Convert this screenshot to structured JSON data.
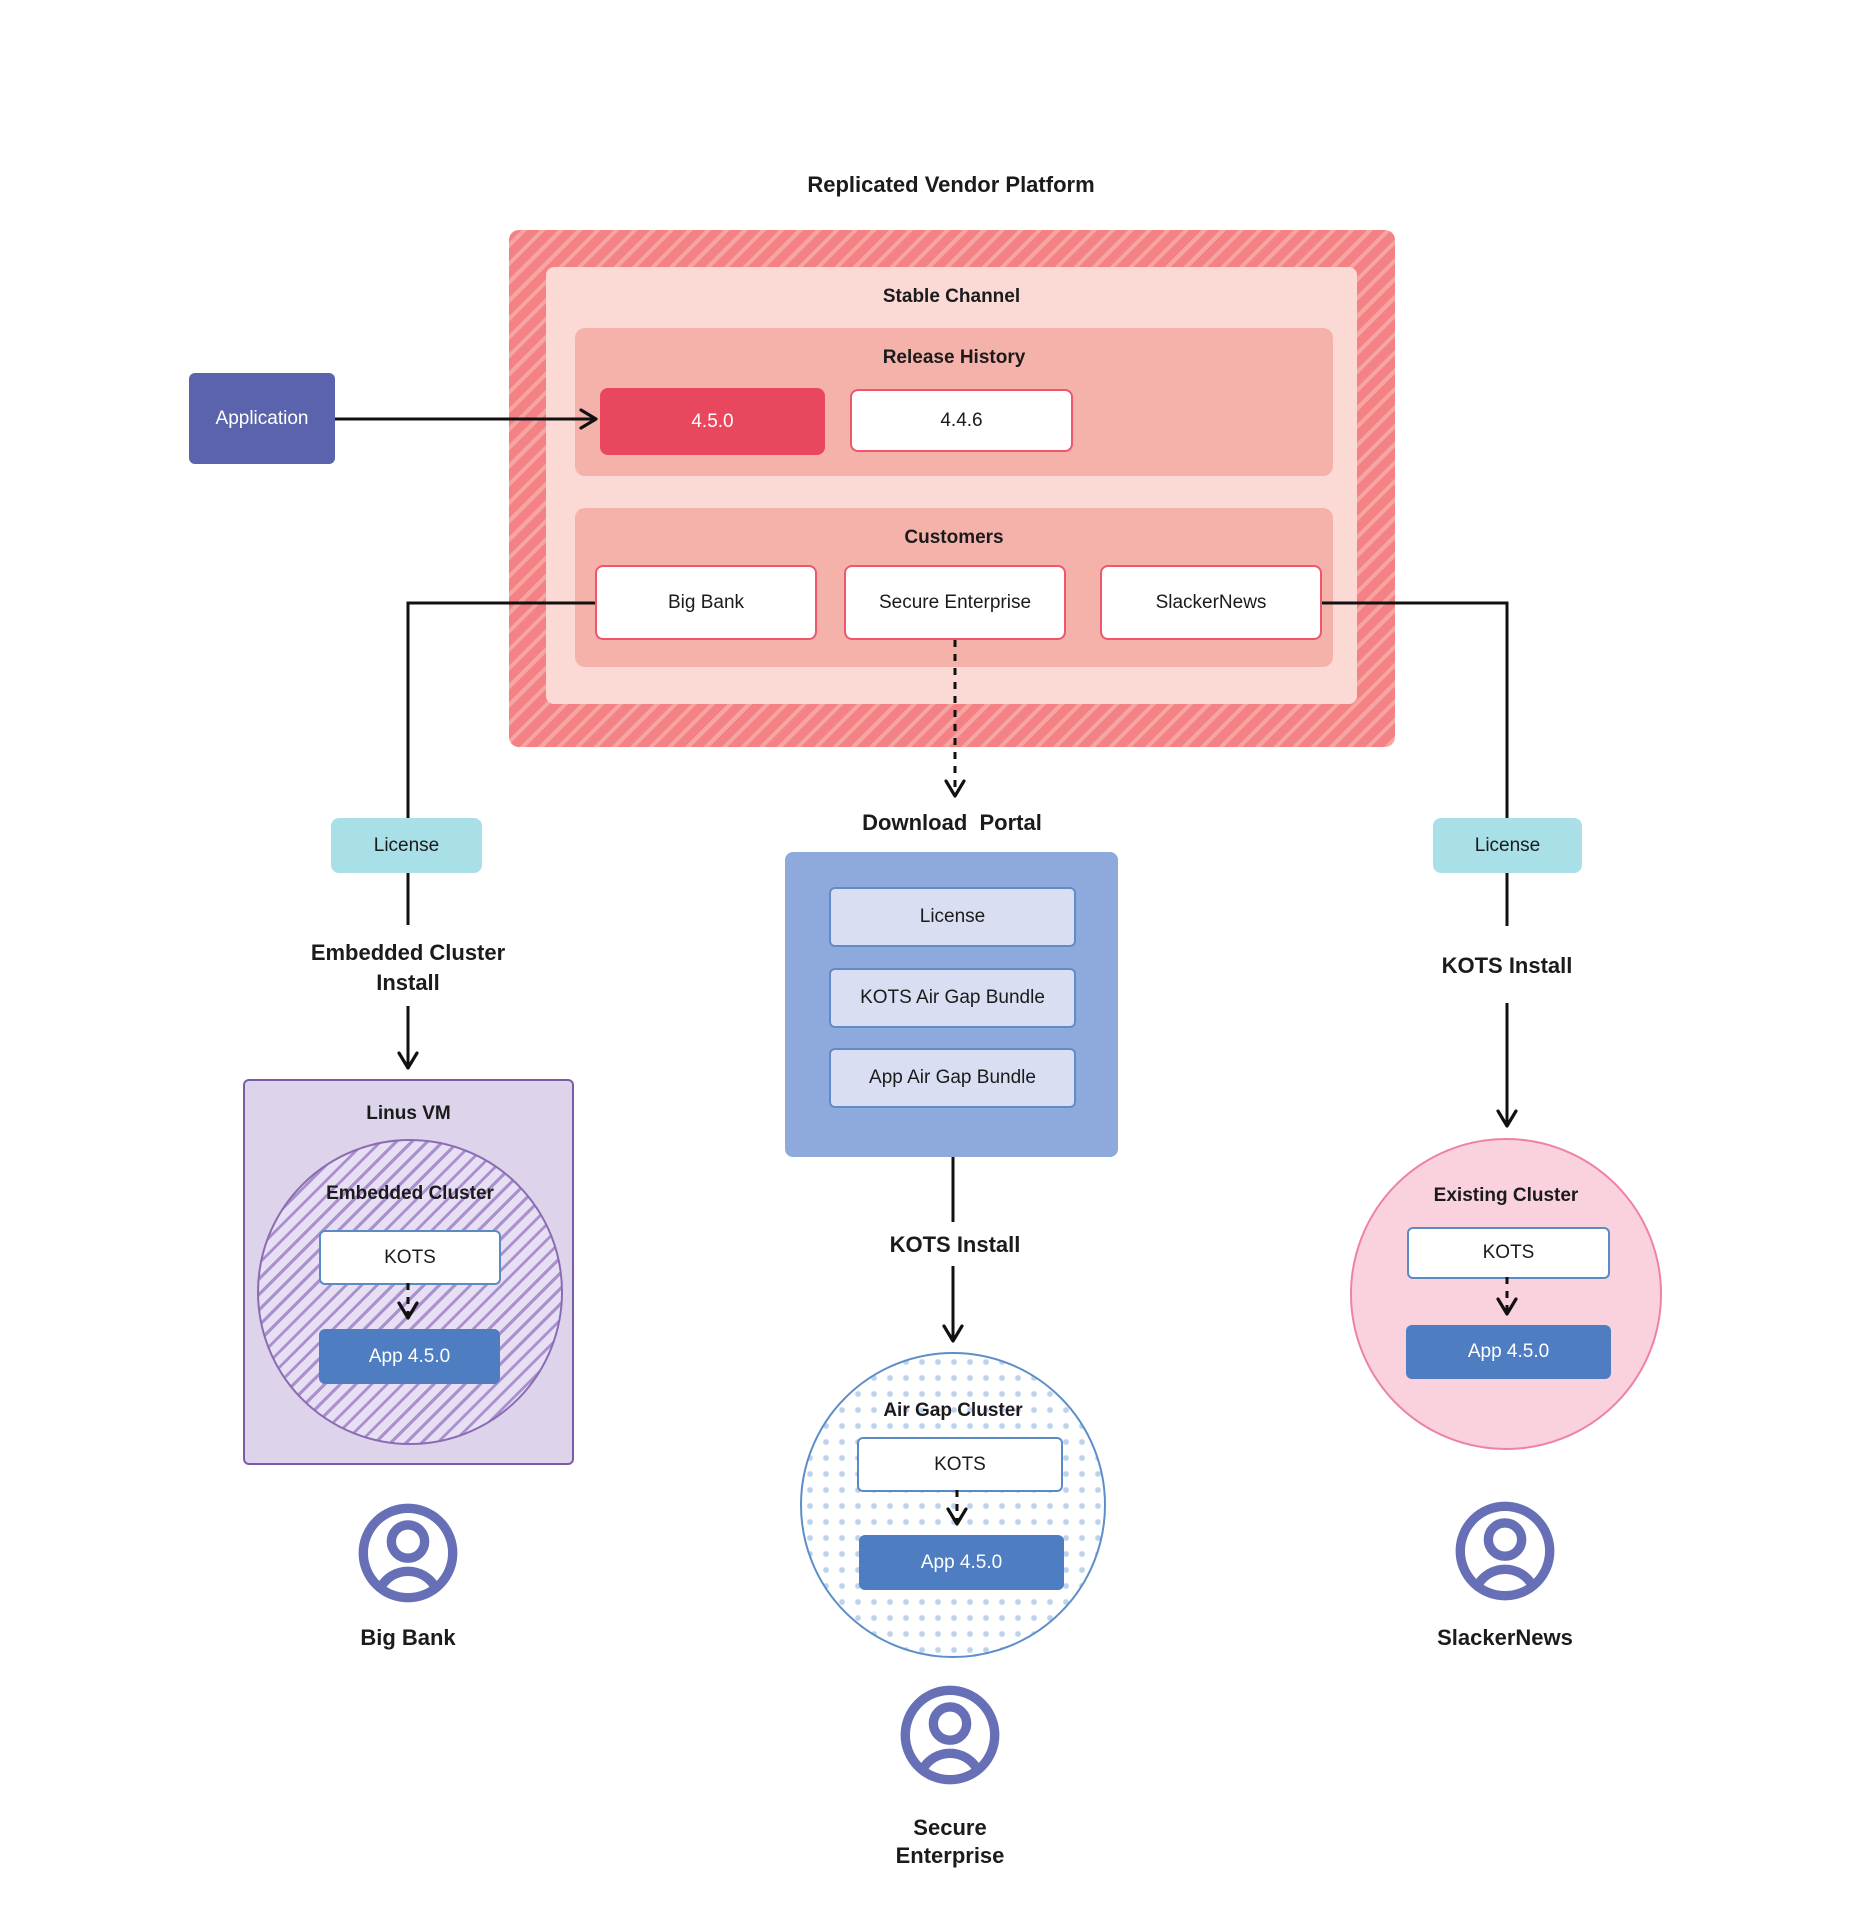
{
  "title": "Replicated Vendor Platform",
  "application": {
    "label": "Application"
  },
  "platform": {
    "stable_channel": "Stable Channel",
    "release_history": {
      "title": "Release History",
      "current": "4.5.0",
      "previous": "4.4.6"
    },
    "customers": {
      "title": "Customers",
      "big_bank": "Big Bank",
      "secure_enterprise": "Secure Enterprise",
      "slackernews": "SlackerNews"
    }
  },
  "left_flow": {
    "license": "License",
    "install_line1": "Embedded Cluster",
    "install_line2": "Install",
    "vm_title": "Linus VM",
    "cluster_title": "Embedded Cluster",
    "kots": "KOTS",
    "app": "App 4.5.0",
    "user": "Big Bank"
  },
  "middle_flow": {
    "portal_title": "Download  Portal",
    "items": [
      "License",
      "KOTS Air Gap Bundle",
      "App Air Gap Bundle"
    ],
    "install": "KOTS Install",
    "cluster_title": "Air Gap Cluster",
    "kots": "KOTS",
    "app": "App 4.5.0",
    "user_line1": "Secure",
    "user_line2": "Enterprise"
  },
  "right_flow": {
    "license": "License",
    "install": "KOTS Install",
    "cluster_title": "Existing Cluster",
    "kots": "KOTS",
    "app": "App 4.5.0",
    "user": "SlackerNews"
  },
  "colors": {
    "red_hatch_base": "#F48183",
    "red_hatch_stripe": "#F7A5A3",
    "pink_light": "#FBD9D4",
    "pink_medium": "#F5B2AB",
    "red_release": "#E9475D",
    "red_box_border": "#F0566A",
    "purple_application": "#5C63AD",
    "cyan_license": "#A9DFE7",
    "blue_portal": "#8EA9DB",
    "lavender_item": "#D9DEF2",
    "item_border": "#5F8CC8",
    "blue_app": "#4E7EC1",
    "kots_border": "#5A8BC4",
    "vm_bg": "#DDD4EB",
    "vm_border": "#7C5CA6",
    "hatch_circle_bg": "#E7DFF4",
    "hatch_circle_stripe": "#AA90CC",
    "hatch_circle_border": "#8B6BB3",
    "dot_color": "#BCD3EE",
    "airgap_border": "#5E8EC7",
    "existing_bg": "#F9D2DE",
    "existing_border": "#EE82A4",
    "user_icon": "#6770B6",
    "line_color": "#111111"
  }
}
